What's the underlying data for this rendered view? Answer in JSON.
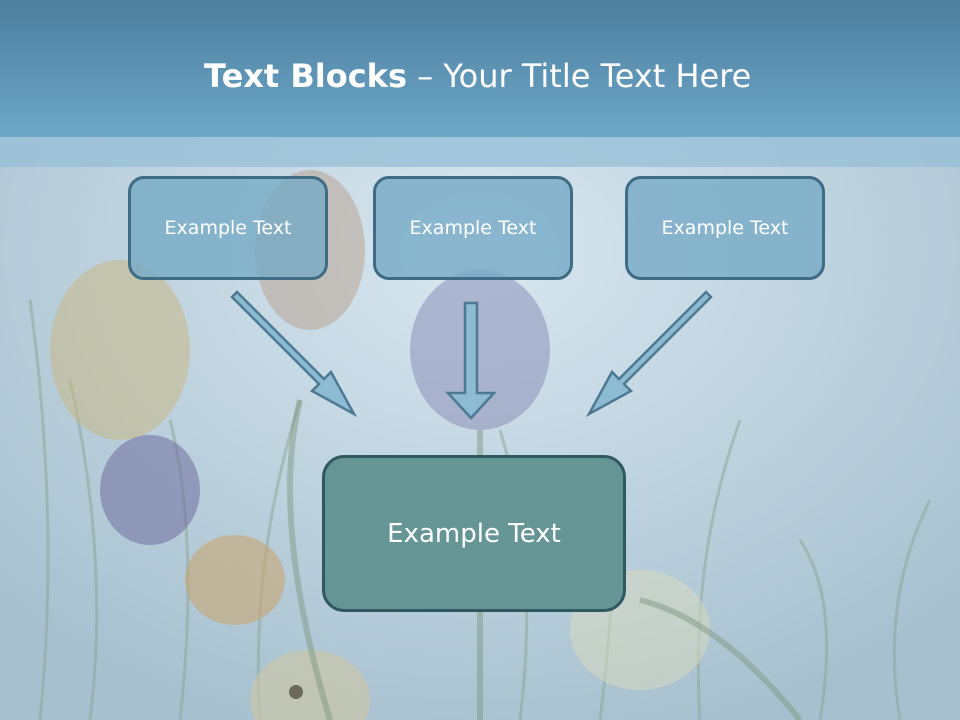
{
  "title": {
    "bold": "Text Blocks",
    "dash": " – ",
    "rest": "Your Title Text Here"
  },
  "boxes": {
    "left": "Example Text",
    "middle": "Example Text",
    "right": "Example Text",
    "main": "Example Text"
  },
  "colors": {
    "header": "#5e94b5",
    "small_box_fill": "#76aac6",
    "small_box_border": "#3e6c84",
    "main_box_fill": "#669596",
    "main_box_border": "#2f5860",
    "arrow_fill": "#8dbbd3",
    "arrow_border": "#4d7a92"
  }
}
